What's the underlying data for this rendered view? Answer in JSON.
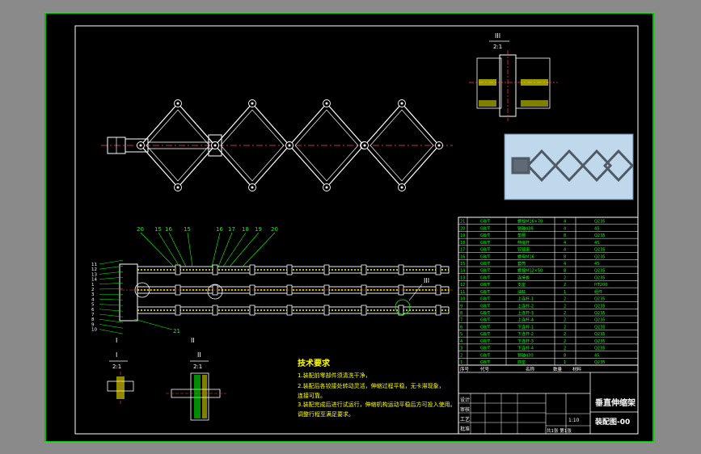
{
  "section_marks": {
    "iii": "III",
    "i": "I",
    "ii": "II",
    "scale": "2:1",
    "iii_callout": "III",
    "i_callout": "I",
    "ii_callout": "II"
  },
  "balloons": {
    "top_row": [
      "20",
      "15",
      "16",
      "15",
      "16",
      "17",
      "18",
      "19",
      "20"
    ],
    "left_col": [
      "11",
      "12",
      "13",
      "14",
      "1",
      "2",
      "3",
      "4",
      "5",
      "6",
      "7",
      "8",
      "9",
      "10"
    ],
    "bottom": "21"
  },
  "tech_notes": {
    "heading": "技术要求",
    "lines": [
      "1.装配前零部件须清洗干净，",
      "2.装配后各铰接处转动灵活，伸缩过程平稳，无卡滞现象，",
      "  连接可靠。",
      "3.装配完成后进行试运行，伸缩机构运动平稳后方可投入使用。",
      "  调整行程至满足要求。"
    ]
  },
  "title_block": {
    "part_name": "垂直伸缩架",
    "drawing_no": "装配图-00",
    "scale": "1:10",
    "sheet": "共1张 第1张",
    "headers": [
      "序号",
      "代号",
      "名称",
      "数量",
      "材料"
    ],
    "sign_rows": [
      "设计",
      "审核",
      "工艺",
      "批准"
    ]
  },
  "bom": {
    "rows": [
      {
        "no": "21",
        "code": "GB/T",
        "name": "螺栓M16×70",
        "qty": "4",
        "mat": "Q235"
      },
      {
        "no": "20",
        "code": "GB/T",
        "name": "销轴d36",
        "qty": "4",
        "mat": "45"
      },
      {
        "no": "19",
        "code": "GB/T",
        "name": "垫圈",
        "qty": "8",
        "mat": "Q235"
      },
      {
        "no": "18",
        "code": "GB/T",
        "name": "伸缩杆",
        "qty": "4",
        "mat": "45"
      },
      {
        "no": "17",
        "code": "GB/T",
        "name": "铰链座",
        "qty": "4",
        "mat": "Q235"
      },
      {
        "no": "16",
        "code": "GB/T",
        "name": "螺母M16",
        "qty": "8",
        "mat": "Q235"
      },
      {
        "no": "15",
        "code": "GB/T",
        "name": "套筒",
        "qty": "4",
        "mat": "45"
      },
      {
        "no": "14",
        "code": "GB/T",
        "name": "螺栓M12×50",
        "qty": "8",
        "mat": "Q235"
      },
      {
        "no": "13",
        "code": "GB/T",
        "name": "连接板",
        "qty": "2",
        "mat": "Q235"
      },
      {
        "no": "12",
        "code": "GB/T",
        "name": "支座",
        "qty": "2",
        "mat": "HT200"
      },
      {
        "no": "11",
        "code": "GB/T",
        "name": "油缸",
        "qty": "1",
        "mat": "组件"
      },
      {
        "no": "10",
        "code": "GB/T",
        "name": "上连杆-1",
        "qty": "2",
        "mat": "Q235"
      },
      {
        "no": "9",
        "code": "GB/T",
        "name": "上连杆-2",
        "qty": "2",
        "mat": "Q235"
      },
      {
        "no": "8",
        "code": "GB/T",
        "name": "上连杆-3",
        "qty": "2",
        "mat": "Q235"
      },
      {
        "no": "7",
        "code": "GB/T",
        "name": "上连杆-4",
        "qty": "2",
        "mat": "Q235"
      },
      {
        "no": "6",
        "code": "GB/T",
        "name": "下连杆-1",
        "qty": "2",
        "mat": "Q235"
      },
      {
        "no": "5",
        "code": "GB/T",
        "name": "下连杆-2",
        "qty": "2",
        "mat": "Q235"
      },
      {
        "no": "4",
        "code": "GB/T",
        "name": "下连杆-3",
        "qty": "2",
        "mat": "Q235"
      },
      {
        "no": "3",
        "code": "GB/T",
        "name": "下连杆-4",
        "qty": "2",
        "mat": "Q235"
      },
      {
        "no": "2",
        "code": "GB/T",
        "name": "销轴d30",
        "qty": "8",
        "mat": "45"
      },
      {
        "no": "1",
        "code": "GB/T",
        "name": "底座",
        "qty": "1",
        "mat": "Q235"
      }
    ]
  },
  "colors": {
    "background": "#000000",
    "outer_frame": "#00ff00",
    "inner_frame": "#ffffff",
    "part_lines": "#ffffff",
    "hidden_lines": "#ff4040",
    "hatch": "#ffff00",
    "leader": "#00ff00",
    "text": "#ffffff",
    "notes": "#ffff00",
    "green_text": "#00ff00",
    "render_bg": "#c0d8ec"
  }
}
